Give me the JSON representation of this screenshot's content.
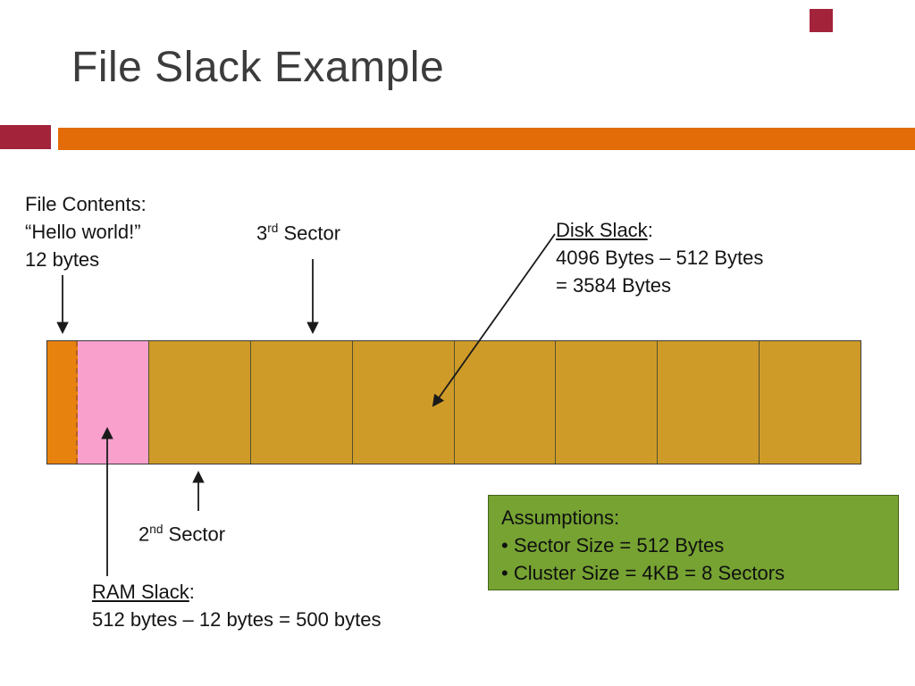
{
  "slide": {
    "title": "File Slack Example",
    "labels": {
      "file_contents": {
        "line1": "File Contents:",
        "line2": "“Hello world!”",
        "line3": "12 bytes"
      },
      "third_sector": {
        "base": "3",
        "sup": "rd",
        "rest": " Sector"
      },
      "disk_slack": {
        "name": "Disk Slack",
        "colon": ":",
        "line2": "4096 Bytes – 512 Bytes",
        "line3": "= 3584 Bytes"
      },
      "second_sector": {
        "base": "2",
        "sup": "nd",
        "rest": " Sector"
      },
      "ram_slack": {
        "name": "RAM Slack",
        "colon": ":",
        "line2": "512 bytes – 12 bytes = 500 bytes"
      }
    },
    "assumptions": {
      "title": "Assumptions:",
      "items": [
        "• Sector Size = 512 Bytes",
        "• Cluster Size = 4KB = 8 Sectors"
      ]
    },
    "diagram": {
      "sector_count": 8,
      "colors": {
        "file_data_orange": "#E8820E",
        "ram_slack_pink": "#F9A0CD",
        "disk_slack_gold": "#CF9B28",
        "assumptions_green": "#76A332",
        "accent_maroon": "#A3233B",
        "accent_orange": "#E36C09"
      }
    }
  }
}
